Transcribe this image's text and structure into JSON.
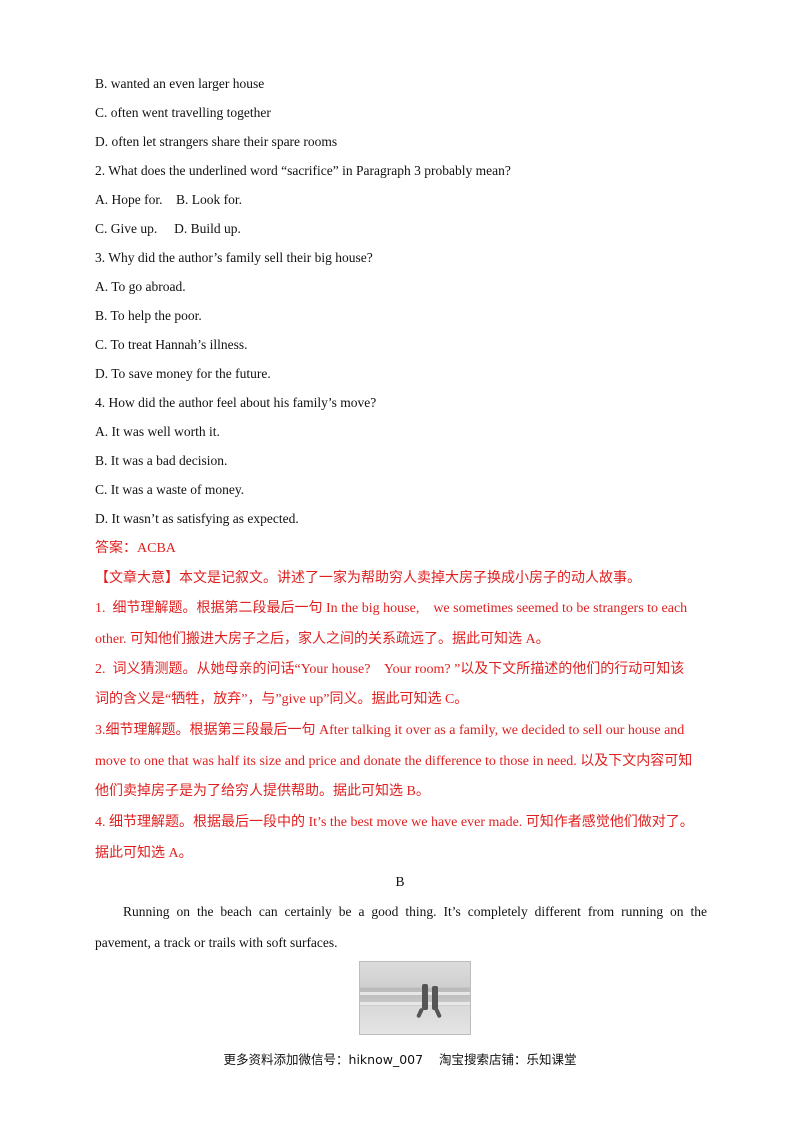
{
  "q1_options": [
    "B. wanted an even larger house",
    "C. often went travelling together",
    "D. often let strangers share their spare rooms"
  ],
  "q2": {
    "question": "2. What does the underlined word “sacrifice” in Paragraph 3 probably mean?",
    "options_line1": "A. Hope for.    B. Look for.",
    "options_line2": "C. Give up.     D. Build up."
  },
  "q3": {
    "question": "3. Why did the author’s family sell their big house?",
    "options": [
      "A. To go abroad.",
      "B. To help the poor.",
      "C. To treat Hannah’s illness.",
      "D. To save money for the future."
    ]
  },
  "q4": {
    "question": "4. How did the author feel about his family’s move?",
    "options": [
      "A. It was well worth it.",
      "B. It was a bad decision.",
      "C. It was a waste of money.",
      "D. It wasn’t as satisfying as expected."
    ]
  },
  "answer": {
    "label": "答案：ACBA",
    "summary": "【文章大意】本文是记叙文。讲述了一家为帮助穷人卖掉大房子换成小房子的动人故事。",
    "e1a": "1.  细节理解题。根据第二段最后一句 In the big house,    we sometimes seemed to be strangers to each",
    "e1b": "other. 可知他们搬进大房子之后，家人之间的关系疏远了。据此可知选 A。",
    "e2a": "2.  词义猜测题。从她母亲的问话“Your house?    Your room? ”以及下文所描述的他们的行动可知该",
    "e2b": "词的含义是“牺牲，放弃”，与”give up”同义。据此可知选 C。",
    "e3a": "3.细节理解题。根据第三段最后一句 After talking it over as a family, we decided to sell our house and",
    "e3b": "move to one that was half its size and price and donate the difference to those in need.  以及下文内容可知",
    "e3c": "他们卖掉房子是为了给穷人提供帮助。据此可知选 B。",
    "e4a": "4.  细节理解题。根据最后一段中的 It’s the best move we have ever made.  可知作者感觉他们做对了。",
    "e4b": "据此可知选 A。"
  },
  "section_b": {
    "heading": "B",
    "paragraph": "Running on the beach can certainly be a good thing. It’s completely different from running on the pavement, a track or trails with soft surfaces."
  },
  "footer": "更多资料添加微信号：hiknow_007    淘宝搜索店铺：乐知课堂"
}
